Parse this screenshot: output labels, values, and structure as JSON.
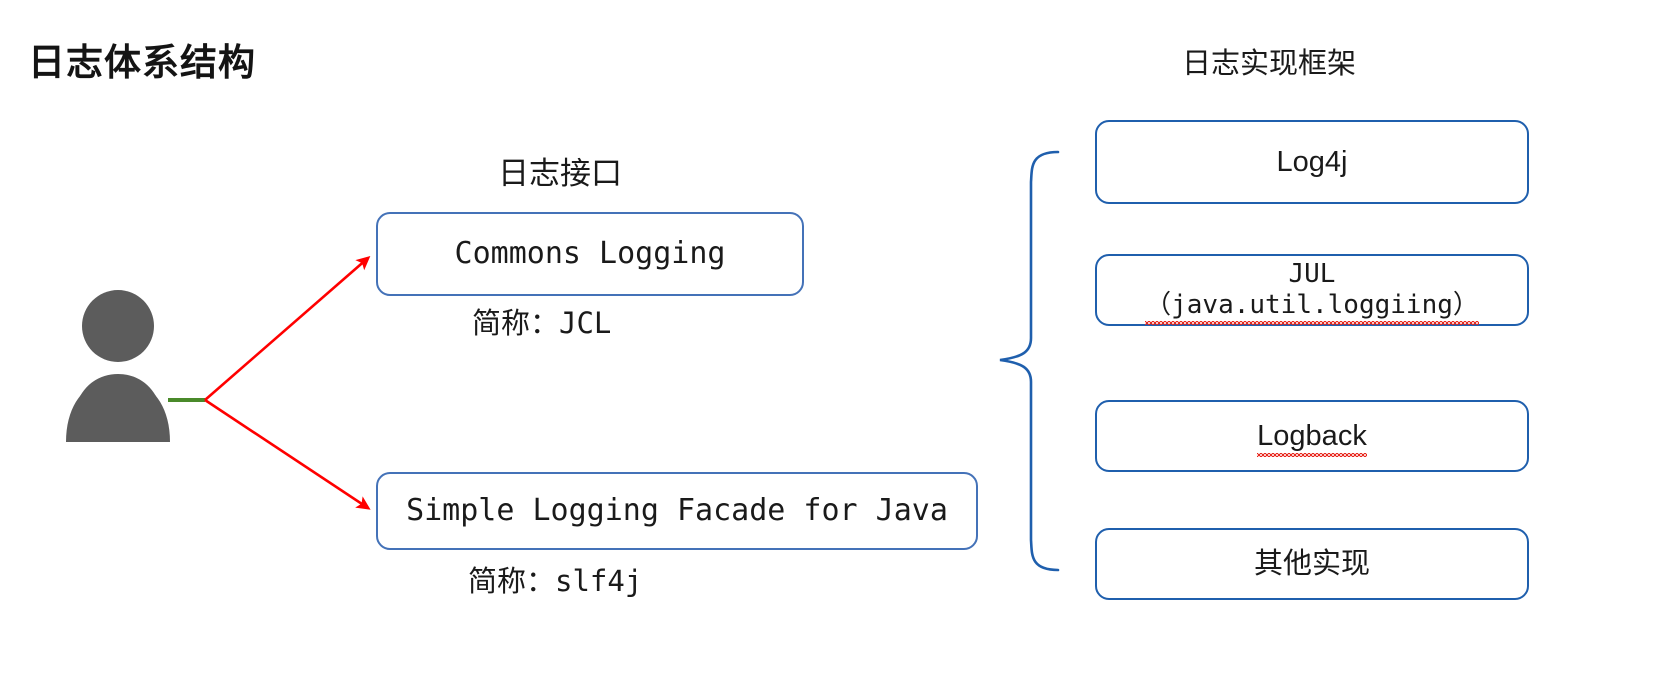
{
  "page": {
    "title": "日志体系结构",
    "background_color": "#ffffff"
  },
  "colors": {
    "box_border_left": "#4472b8",
    "box_border_right": "#1f5fad",
    "arrow": "#ff0000",
    "brace": "#1f5fad",
    "person": "#5c5c5c",
    "connector_green": "#4a8a2a",
    "spellcheck_underline": "#e8281e",
    "text": "#1a1a1a"
  },
  "interface_column": {
    "heading": "日志接口",
    "boxes": [
      {
        "label": "Commons Logging",
        "caption_prefix": "简称：",
        "caption_value": "JCL"
      },
      {
        "label": "Simple Logging Facade for Java",
        "caption_prefix": "简称：",
        "caption_value": "slf4j"
      }
    ]
  },
  "implementation_column": {
    "heading": "日志实现框架",
    "boxes": [
      {
        "label": "Log4j",
        "misspelled": false
      },
      {
        "label_line1": "JUL",
        "label_line2": "（java.util.loggiing）",
        "misspelled": true
      },
      {
        "label": "Logback",
        "misspelled": true
      },
      {
        "label": "其他实现",
        "misspelled": false
      }
    ]
  },
  "actor": {
    "icon": "person-icon",
    "description": "用户"
  },
  "connectors": {
    "arrow_count": 2,
    "brace": "left-curly-brace"
  }
}
